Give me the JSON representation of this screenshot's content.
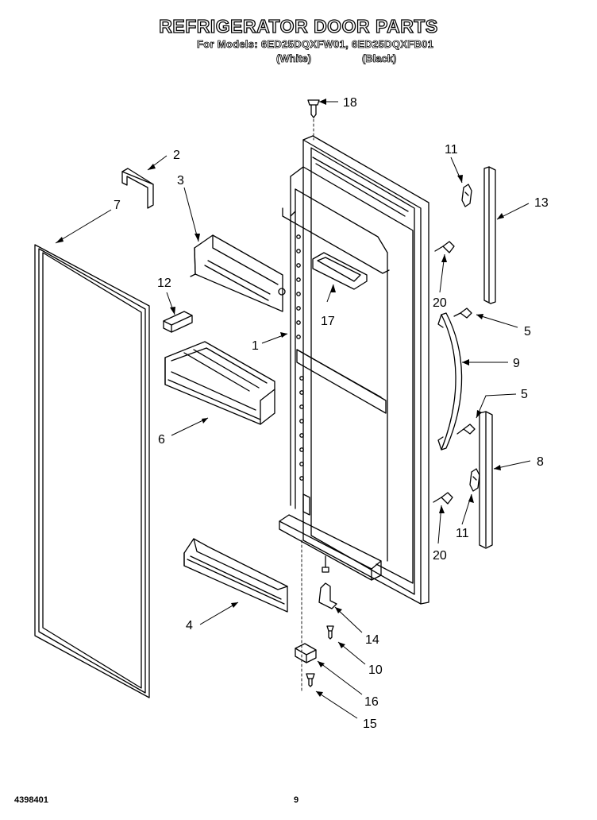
{
  "header": {
    "title": "REFRIGERATOR DOOR PARTS",
    "models_line": "For Models: 6ED25DQXFW01, 6ED25DQXFB01",
    "variant_white": "(White)",
    "variant_black": "(Black)"
  },
  "callouts": [
    "1",
    "2",
    "3",
    "4",
    "5",
    "5",
    "6",
    "7",
    "8",
    "9",
    "10",
    "11",
    "11",
    "12",
    "13",
    "14",
    "15",
    "16",
    "17",
    "18",
    "20",
    "20"
  ],
  "footer": {
    "part_number": "4398401",
    "page_number": "9"
  }
}
